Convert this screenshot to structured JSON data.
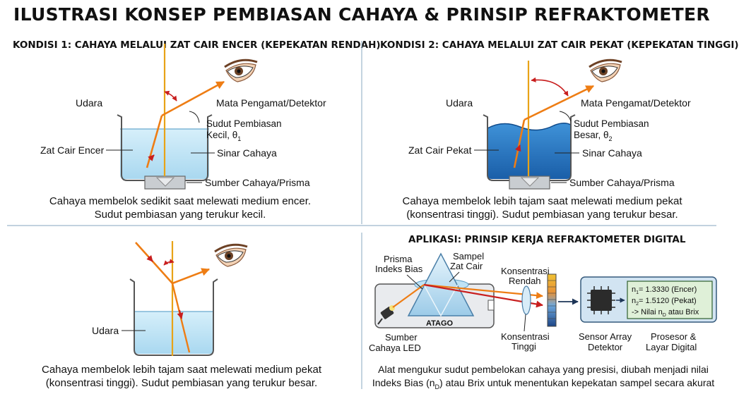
{
  "title": "ILUSTRASI KONSEP PEMBIASAN CAHAYA & PRINSIP REFRAKTOMETER",
  "panel1": {
    "heading": "KONDISI 1: CAHAYA MELALUI ZAT CAIR ENCER (KEPEKATAN RENDAH)",
    "label_air": "Udara",
    "label_observer": "Mata Pengamat/Detektor",
    "label_angle_1": "Sudut Pembiasan",
    "label_angle_2": "Kecil, θ",
    "label_angle_sub": "1",
    "label_liquid": "Zat Cair Encer",
    "label_ray": "Sinar Cahaya",
    "label_source": "Sumber Cahaya/Prisma",
    "caption_1": "Cahaya membelok sedikit saat melewati medium encer.",
    "caption_2": "Sudut pembiasan yang terukur kecil."
  },
  "panel2": {
    "heading": "KONDISI 2: CAHAYA MELALUI ZAT CAIR PEKAT (KEPEKATAN TINGGI)",
    "label_air": "Udara",
    "label_observer": "Mata Pengamat/Detektor",
    "label_angle_1": "Sudut Pembiasan",
    "label_angle_2": "Besar, θ",
    "label_angle_sub": "2",
    "label_liquid": "Zat Cair Pekat",
    "label_ray": "Sinar Cahaya",
    "label_source": "Sumber Cahaya/Prisma",
    "caption_1": "Cahaya membelok lebih tajam saat melewati medium pekat",
    "caption_2": "(konsentrasi tinggi). Sudut pembiasan yang terukur besar."
  },
  "panel3": {
    "label_air": "Udara",
    "caption_1": "Cahaya membelok lebih tajam saat melewati medium pekat",
    "caption_2": "(konsentrasi tinggi). Sudut pembiasan yang terukur besar."
  },
  "panel4": {
    "heading": "APLIKASI: PRINSIP KERJA REFRAKTOMETER DIGITAL",
    "prism_1": "Prisma",
    "prism_2": "Indeks Bias",
    "sample_1": "Sampel",
    "sample_2": "Zat Cair",
    "low_1": "Konsentrasi",
    "low_2": "Rendah",
    "high_1": "Konsentrasi",
    "high_2": "Tinggi",
    "brand": "ATAGO",
    "led_1": "Sumber",
    "led_2": "Cahaya LED",
    "sensor_1": "Sensor Array",
    "sensor_2": "Detektor",
    "proc_1": "Prosesor &",
    "proc_2": "Layar Digital",
    "screen_n1_sym": "n",
    "screen_n1_sub": "1",
    "screen_n1_val": "= 1.3330 (Encer)",
    "screen_n2_sym": "n",
    "screen_n2_sub": "2",
    "screen_n2_val": "= 1.5120 (Pekat)",
    "screen_n3_pre": "-> Nilai n",
    "screen_n3_sub": "D",
    "screen_n3_post": " atau Brix",
    "caption_1": "Alat mengukur sudut pembelokan cahaya yang presisi, diubah menjadi nilai",
    "caption_2_pre": "Indeks Bias (n",
    "caption_2_sub": "D",
    "caption_2_post": ") atau Brix untuk menentukan kepekatan sampel secara akurat"
  },
  "colors": {
    "ray": "#ee7d14",
    "arrow_red": "#c81e1e",
    "liquid_light": "#bfe3f5",
    "liquid_dark": "#1f6fbd",
    "divider": "#9db8cc"
  }
}
